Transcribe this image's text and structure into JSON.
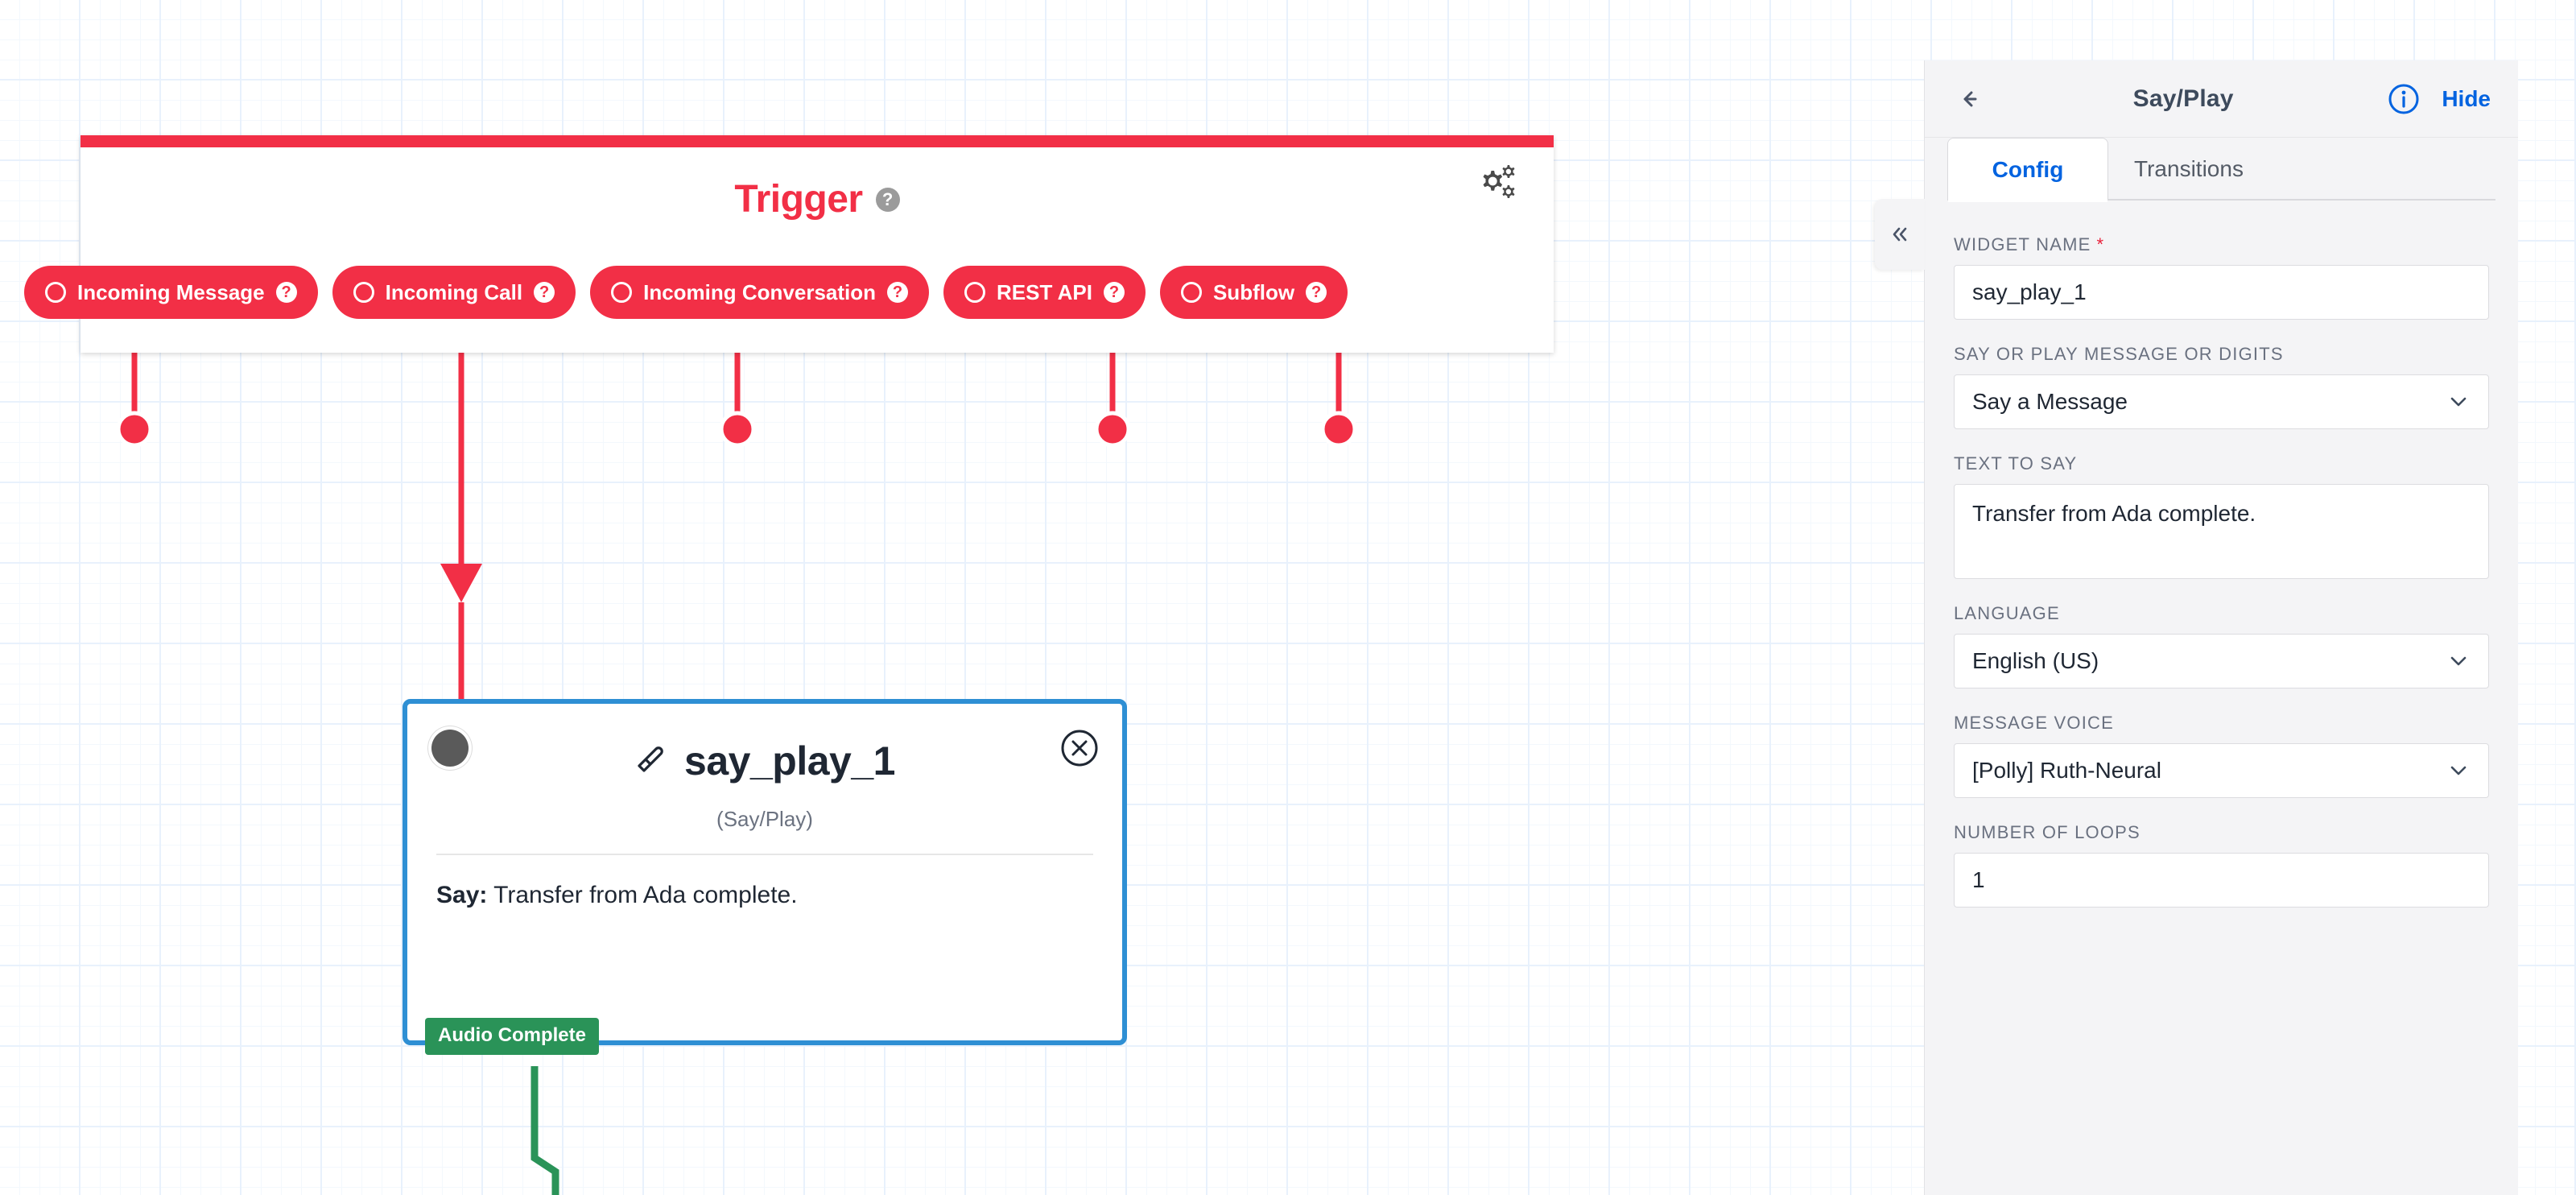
{
  "canvas": {
    "trigger": {
      "title": "Trigger",
      "help_icon": "help-circle-icon",
      "help_glyph": "?",
      "settings_icon": "cogs-icon",
      "accent_color": "#f22f46",
      "chips": [
        {
          "label": "Incoming Message",
          "help_glyph": "?"
        },
        {
          "label": "Incoming Call",
          "help_glyph": "?"
        },
        {
          "label": "Incoming Conversation",
          "help_glyph": "?"
        },
        {
          "label": "REST API",
          "help_glyph": "?"
        },
        {
          "label": "Subflow",
          "help_glyph": "?"
        }
      ]
    },
    "widget_node": {
      "title": "say_play_1",
      "type_label": "(Say/Play)",
      "icon": "megaphone-icon",
      "close_icon": "close-circle-icon",
      "body_prefix": "Say:",
      "body_text": "Transfer from Ada complete.",
      "transition_label": "Audio Complete",
      "border_color": "#2e8fd4",
      "transition_color": "#2a9358"
    }
  },
  "panel": {
    "collapse_icon": "double-chevron-left-icon",
    "back_icon": "arrow-left-icon",
    "title": "Say/Play",
    "info_icon": "info-circle-icon",
    "hide_label": "Hide",
    "accent_color": "#0263e0",
    "tabs": [
      {
        "label": "Config",
        "active": true
      },
      {
        "label": "Transitions",
        "active": false
      }
    ],
    "fields": [
      {
        "label": "WIDGET NAME",
        "required": true,
        "type": "text",
        "value": "say_play_1"
      },
      {
        "label": "SAY OR PLAY MESSAGE OR DIGITS",
        "required": false,
        "type": "select",
        "value": "Say a Message"
      },
      {
        "label": "TEXT TO SAY",
        "required": false,
        "type": "textarea",
        "value": "Transfer from Ada complete."
      },
      {
        "label": "LANGUAGE",
        "required": false,
        "type": "select",
        "value": "English (US)"
      },
      {
        "label": "MESSAGE VOICE",
        "required": false,
        "type": "select",
        "value": "[Polly] Ruth-Neural"
      },
      {
        "label": "NUMBER OF LOOPS",
        "required": false,
        "type": "text",
        "value": "1"
      }
    ]
  }
}
